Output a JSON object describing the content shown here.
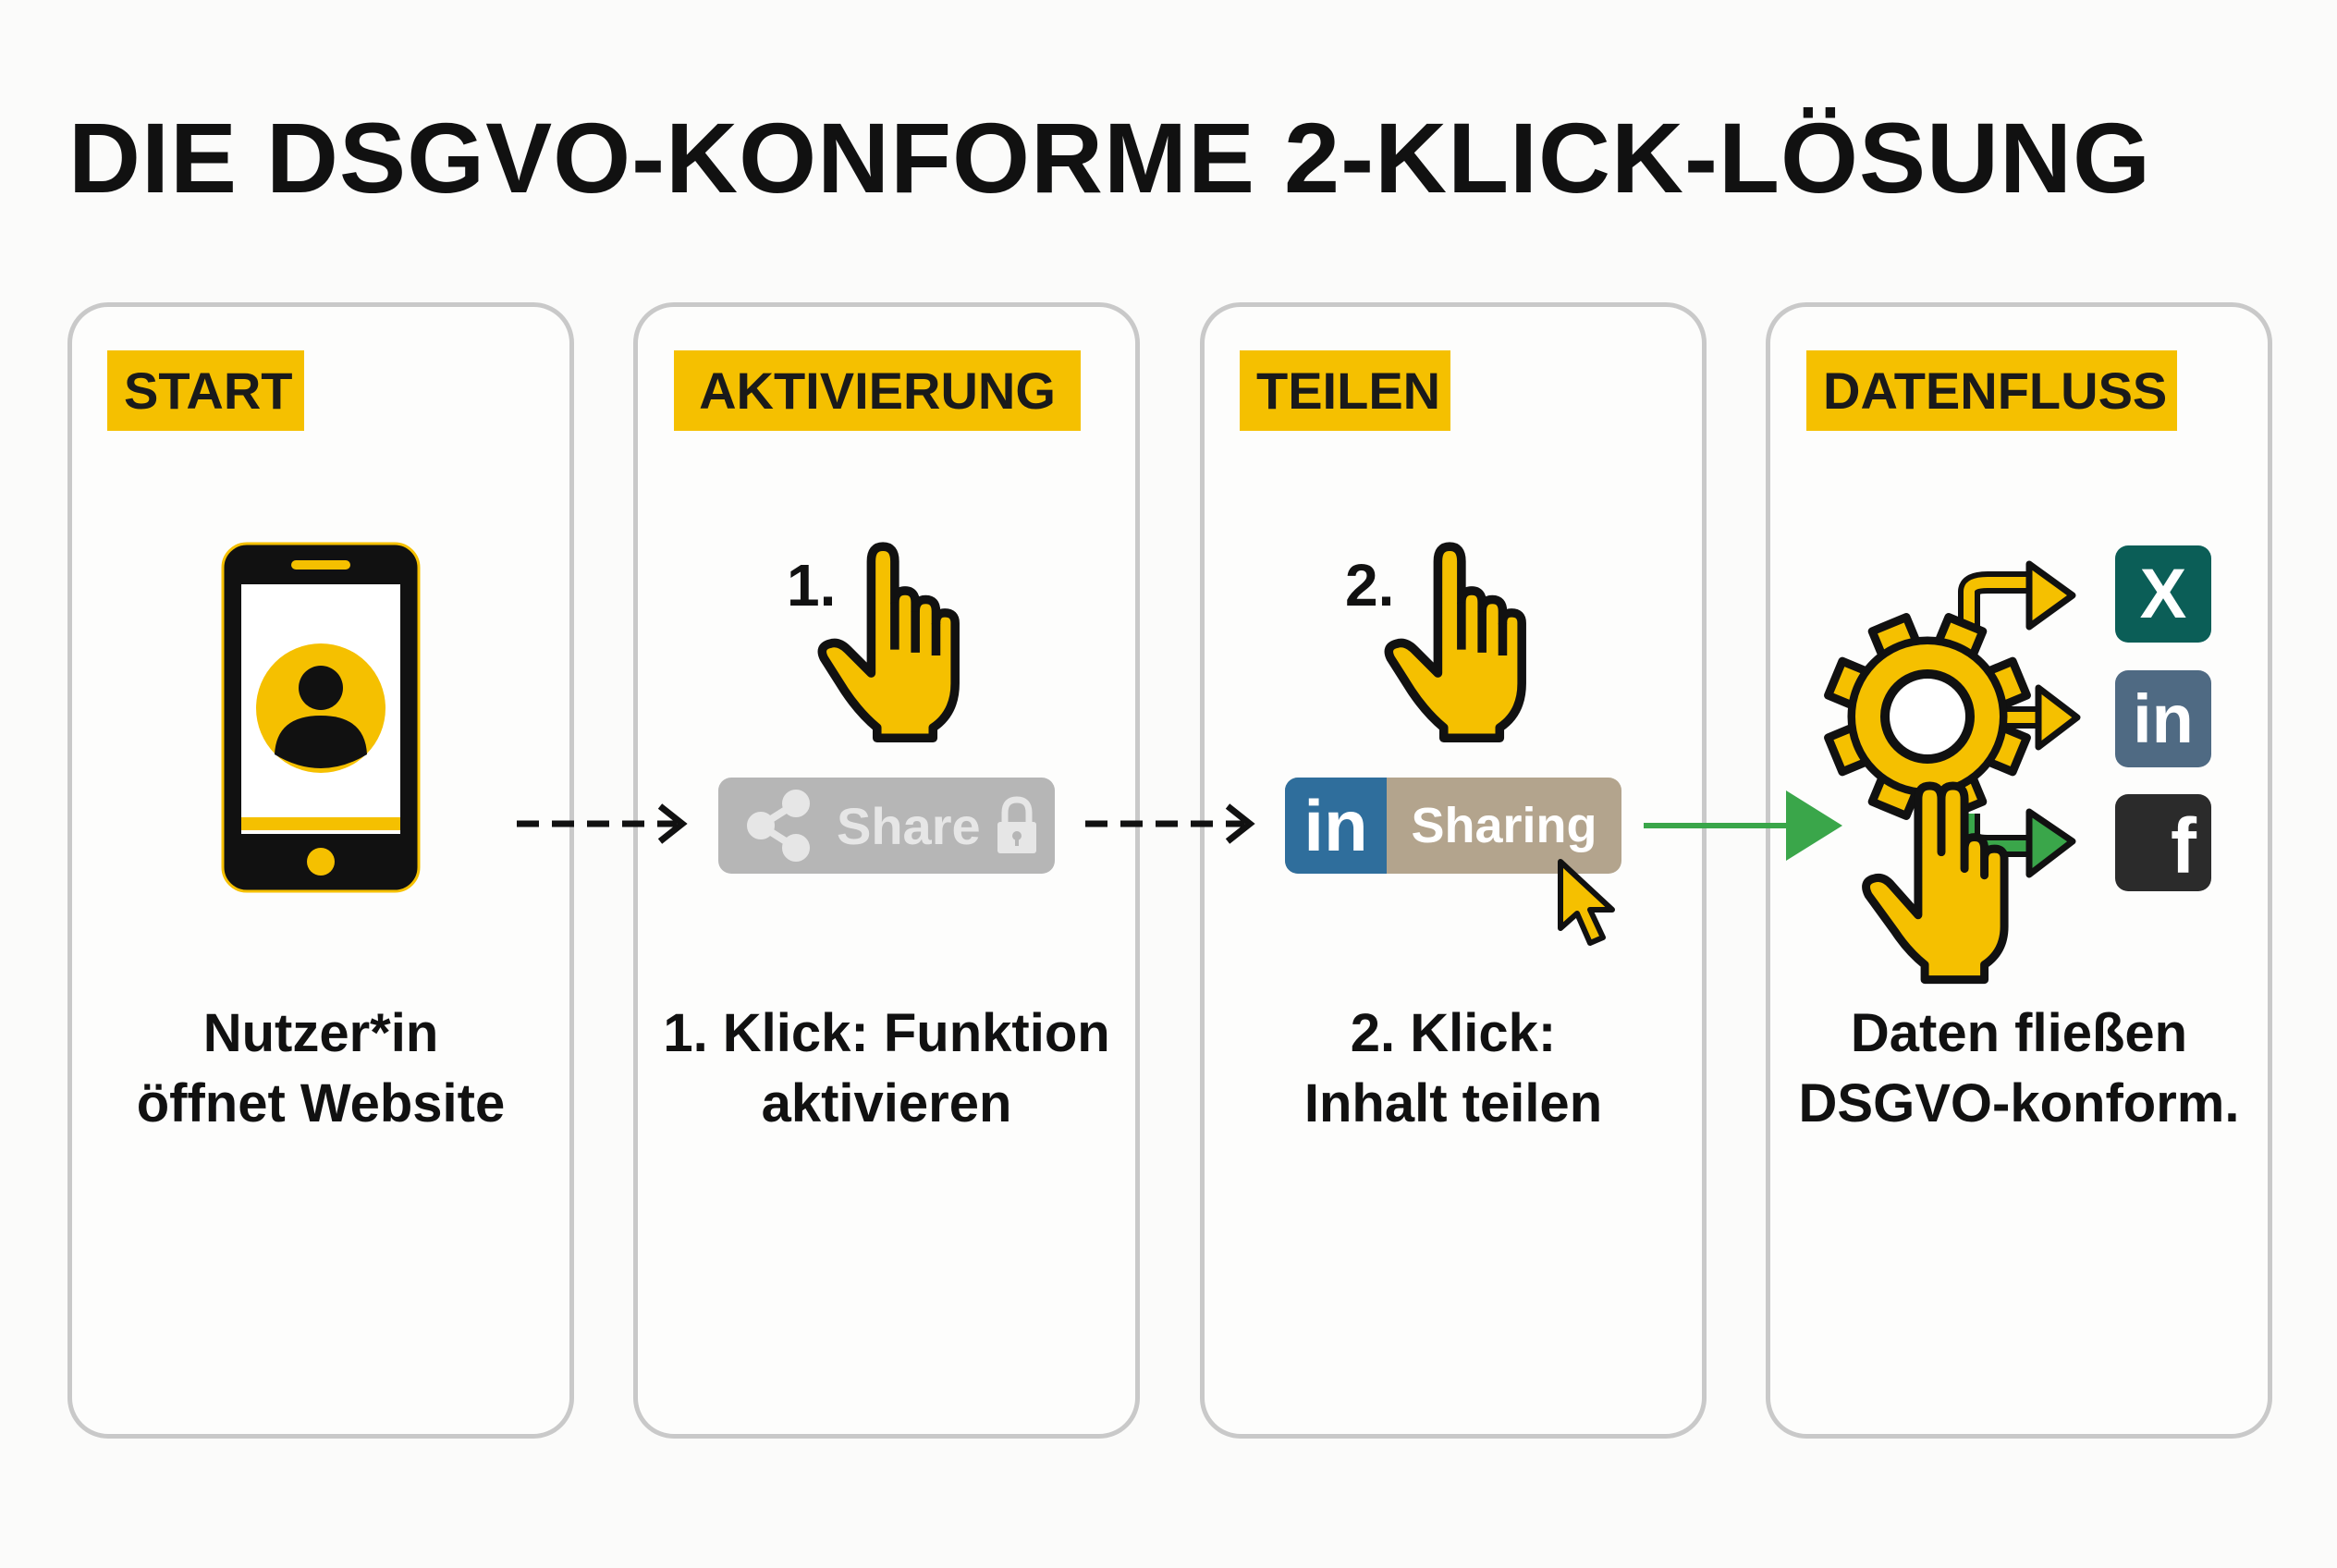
{
  "title": "DIE DSGVO-KONFORME 2-KLICK-LÖSUNG",
  "panels": [
    {
      "tag": "START",
      "caption": [
        "Nutzer*in",
        "öffnet Website"
      ]
    },
    {
      "tag": "AKTIVIERUNG",
      "caption": [
        "1. Klick: Funktion",
        "aktivieren"
      ],
      "step": "1."
    },
    {
      "tag": "TEILEN",
      "caption": [
        "2. Klick:",
        "Inhalt teilen"
      ],
      "step": "2."
    },
    {
      "tag": "DATENFLUSS",
      "caption": [
        "Daten fließen",
        "DSGVO-konform."
      ]
    }
  ],
  "share_button": {
    "label": "Share",
    "icons": [
      "share-icon",
      "lock-icon"
    ],
    "state": "disabled"
  },
  "sharing_button": {
    "network": "in",
    "label": "Sharing"
  },
  "social_icons": [
    {
      "name": "xing",
      "glyph": "X",
      "color": "#0b5e57"
    },
    {
      "name": "linkedin",
      "glyph": "in",
      "color": "#4f6a83"
    },
    {
      "name": "facebook",
      "glyph": "f",
      "color": "#2b2b2b"
    }
  ],
  "colors": {
    "accent": "#f5c000",
    "green": "#3aa64a",
    "linkedin": "#2f6e9c",
    "border": "#c9c9c9"
  }
}
